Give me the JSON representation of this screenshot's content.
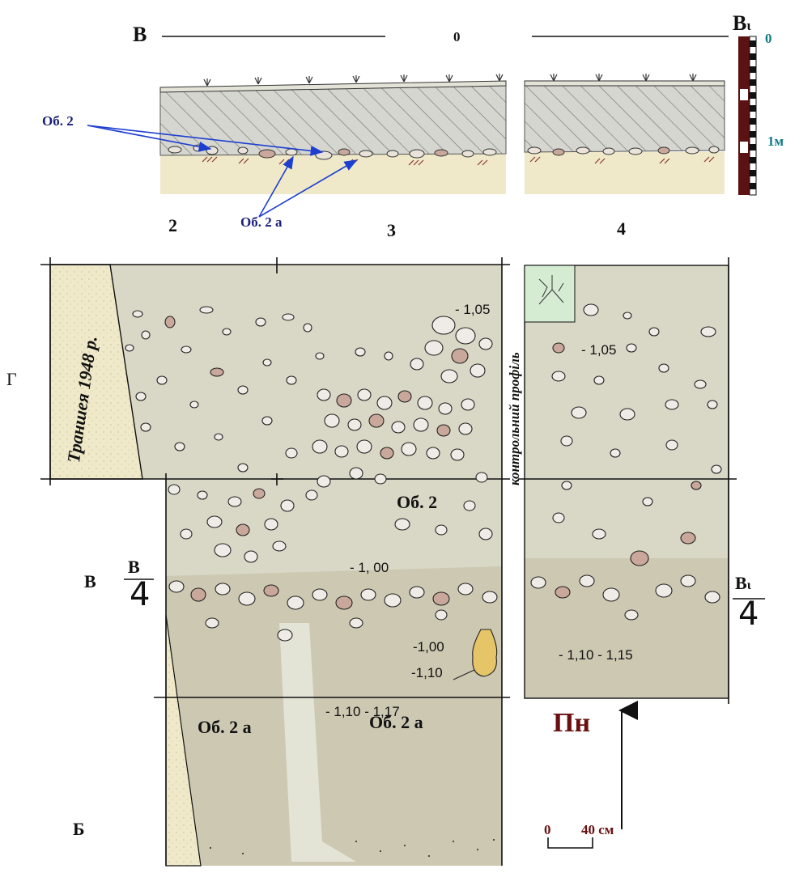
{
  "section": {
    "left_label": "В",
    "zero_label": "0",
    "right_label": "В",
    "right_label_sub": "ι",
    "scale_zero": "0",
    "scale_one": "1м",
    "arrow_label_ob2": "Об. 2",
    "arrow_label_ob2a": "Об. 2 а"
  },
  "squares": {
    "col2": "2",
    "col3": "3",
    "col4": "4"
  },
  "rows": {
    "g": "Г",
    "v": "В",
    "b": "Б"
  },
  "plan": {
    "trench_label": "Траншея 1948 р.",
    "control_profile": "контрольний профіль",
    "ob2": "Об. 2",
    "ob2a_left": "Об. 2 а",
    "ob2a_right": "Об. 2 а",
    "elev_105_a": "- 1,05",
    "elev_105_b": "- 1,05",
    "elev_100": "- 1, 00",
    "elev_100_b": "-1,00",
    "elev_110": "-1,10",
    "elev_110_117": "- 1,10 - 1,17",
    "elev_110_115": "- 1,10 - 1,15"
  },
  "profile_marks": {
    "left_num": "В",
    "left_den": "4",
    "right_num": "В",
    "right_num_sub": "ι",
    "right_den": "4"
  },
  "north": {
    "label": "Пн"
  },
  "scalebar": {
    "zero": "0",
    "label": "40 см"
  },
  "colors": {
    "fill": "#d9d8c6",
    "fill_dark": "#ccc8b2",
    "sterile": "#efe9c9",
    "hatch": "#6f6f6f",
    "stone_pink": "#c9a79a",
    "blue_arrow": "#1d3fd0",
    "maroon": "#6a1010",
    "teal": "#0e7a86",
    "vessel": "#e6c468"
  }
}
